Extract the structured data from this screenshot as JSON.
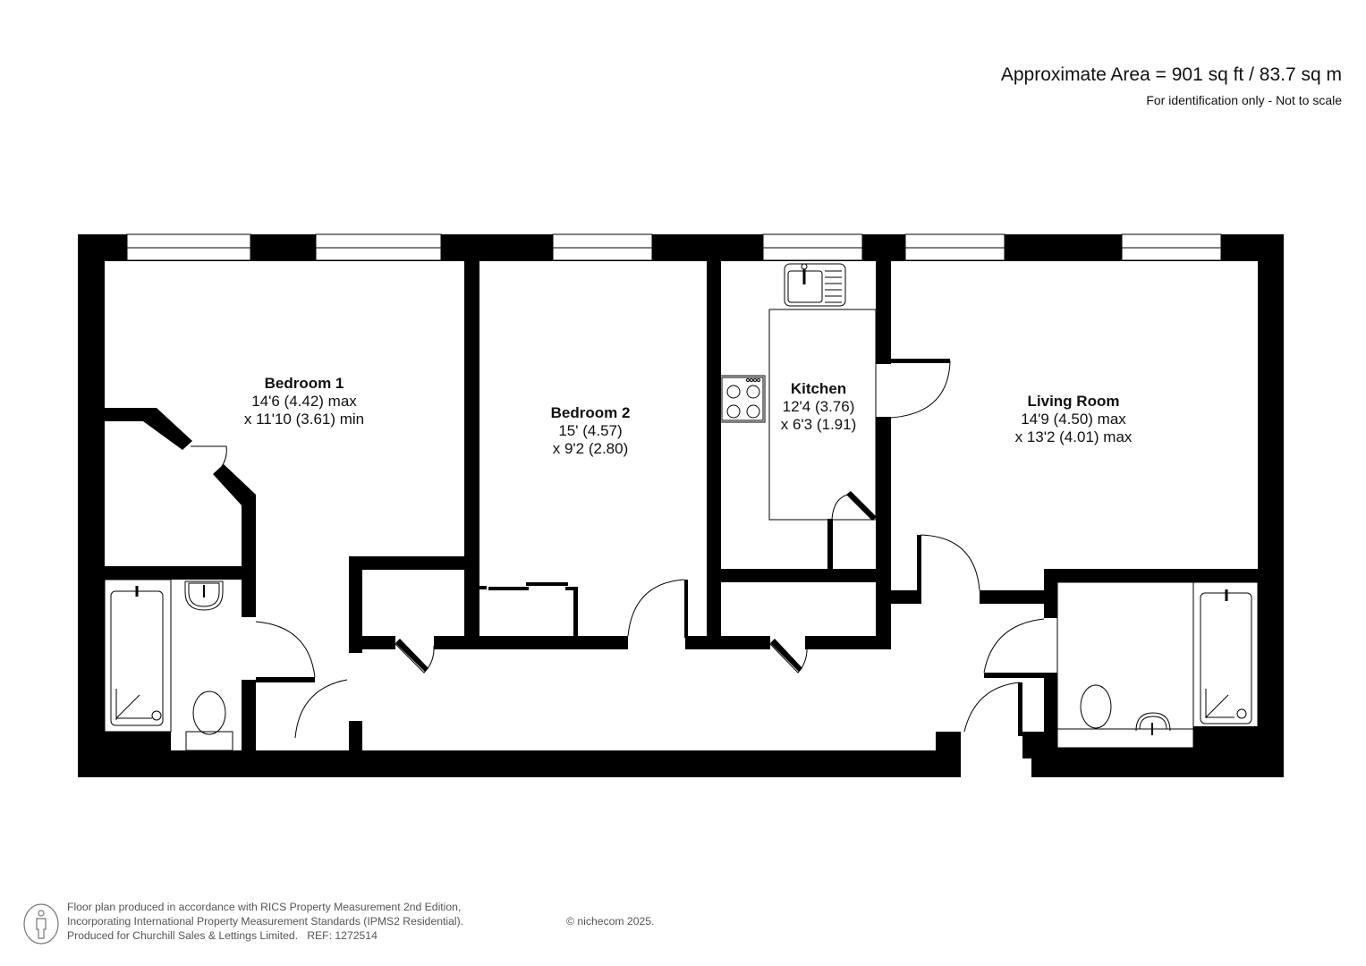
{
  "header": {
    "area": "Approximate Area = 901 sq ft / 83.7 sq m",
    "disclaimer": "For identification only - Not to scale"
  },
  "rooms": [
    {
      "name": "Bedroom 1",
      "dim1": "14'6 (4.42) max",
      "dim2": "x 11'10 (3.61) min"
    },
    {
      "name": "Bedroom 2",
      "dim1": "15' (4.57)",
      "dim2": "x 9'2 (2.80)"
    },
    {
      "name": "Kitchen",
      "dim1": "12'4 (3.76)",
      "dim2": "x 6'3 (1.91)"
    },
    {
      "name": "Living Room",
      "dim1": "14'9 (4.50) max",
      "dim2": "x 13'2 (4.01) max"
    }
  ],
  "fixtures": [
    "bath-icon",
    "basin-icon",
    "toilet-icon",
    "sink-icon",
    "hob-icon",
    "door-swing-icon",
    "window-icon"
  ],
  "footer": {
    "line1": "Floor plan produced in accordance with RICS Property Measurement 2nd Edition,",
    "line2": "Incorporating International Property Measurement Standards (IPMS2 Residential).",
    "line3": "Produced for Churchill Sales & Lettings Limited.   REF: 1272514",
    "copyright": "© nichecom 2025."
  },
  "colors": {
    "wall": "#000000",
    "background": "#ffffff",
    "footer_text": "#555555"
  }
}
